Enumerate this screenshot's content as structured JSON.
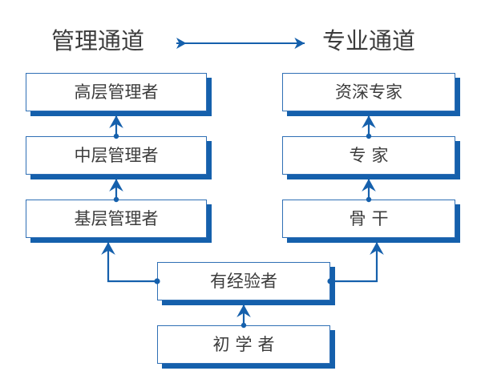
{
  "diagram": {
    "title_left": "管理通道",
    "title_right": "专业通道",
    "arrow_icon": "double-headed-arrow-icon",
    "colors": {
      "box_border": "#2f6fb5",
      "box_shadow": "#1560ac",
      "connector": "#1560ac",
      "text": "#3c3c3c",
      "background": "#ffffff"
    },
    "nodes": {
      "senior_manager": "高层管理者",
      "middle_manager": "中层管理者",
      "base_manager": "基层管理者",
      "senior_expert": "资深专家",
      "expert": "专家",
      "backbone": "骨干",
      "experienced": "有经验者",
      "beginner": "初学者"
    },
    "columns": {
      "management_track": [
        "高层管理者",
        "中层管理者",
        "基层管理者"
      ],
      "professional_track": [
        "资深专家",
        "专家",
        "骨干"
      ],
      "common_base": [
        "有经验者",
        "初学者"
      ]
    },
    "connections": [
      {
        "from": "初学者",
        "to": "有经验者",
        "type": "arrow-up"
      },
      {
        "from": "有经验者",
        "to": "基层管理者",
        "type": "elbow-arrow-left-up"
      },
      {
        "from": "有经验者",
        "to": "骨干",
        "type": "elbow-arrow-right-up"
      },
      {
        "from": "基层管理者",
        "to": "中层管理者",
        "type": "arrow-up"
      },
      {
        "from": "中层管理者",
        "to": "高层管理者",
        "type": "arrow-up"
      },
      {
        "from": "骨干",
        "to": "专家",
        "type": "arrow-up"
      },
      {
        "from": "专家",
        "to": "资深专家",
        "type": "arrow-up"
      },
      {
        "from": "管理通道",
        "to": "专业通道",
        "type": "double-headed-arrow"
      }
    ]
  }
}
